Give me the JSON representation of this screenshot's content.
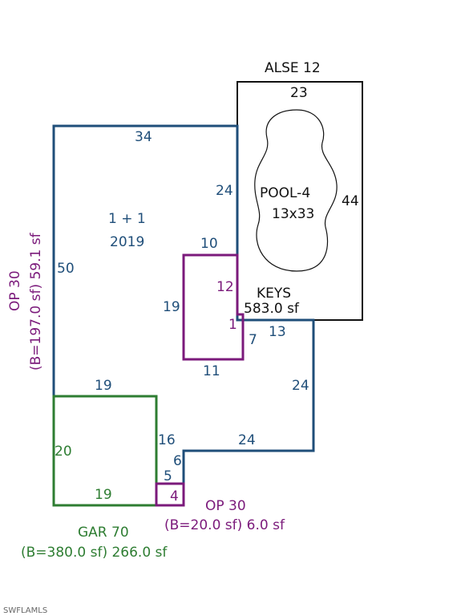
{
  "colors": {
    "living": "#1f4e79",
    "pool_area": "#111111",
    "porch": "#7b1a7b",
    "garage": "#2e7d32"
  },
  "pool_area": {
    "code": "ALSE 12",
    "top_dim": "23",
    "right_dim": "44",
    "pool_label_1": "POOL-4",
    "pool_label_2": "13x33"
  },
  "living": {
    "label_1": "1 + 1",
    "label_2": "2019",
    "dims": {
      "top": "34",
      "upper_right": "24",
      "left": "50",
      "lower_left": "19",
      "keys_bottom_left": "7",
      "keys_bottom": "13",
      "right_lower": "24",
      "step_bottom": "24",
      "step_left": "6",
      "garage_right": "16"
    },
    "keys_label": "KEYS",
    "keys_area": "583.0 sf"
  },
  "porch_interior": {
    "top": "10",
    "left": "19",
    "right": "12",
    "right_small": "1",
    "bottom": "11"
  },
  "op_left": {
    "line_1": "OP 30",
    "line_2": "(B=197.0 sf) 59.1 sf"
  },
  "op_small": {
    "line_1": "OP 30",
    "line_2": "(B=20.0 sf) 6.0 sf",
    "dim_top": "5",
    "dim_inner": "4"
  },
  "garage": {
    "left": "20",
    "bottom": "19",
    "label_1": "GAR 70",
    "label_2": "(B=380.0 sf) 266.0 sf"
  },
  "watermark": "SWFLAMLS"
}
